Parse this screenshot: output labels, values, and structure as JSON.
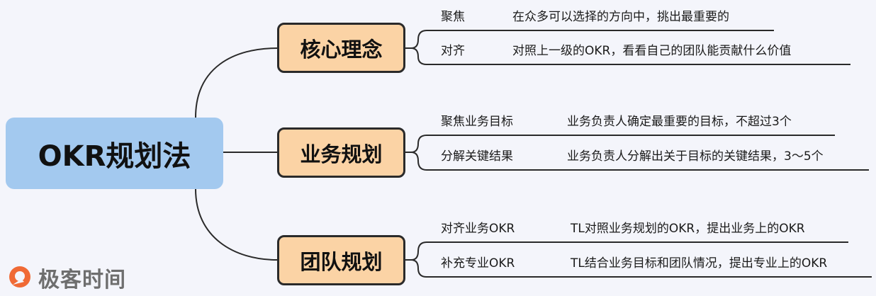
{
  "root": {
    "label": "OKR规划法"
  },
  "branches": [
    {
      "label": "核心理念",
      "items": [
        {
          "key": "聚焦",
          "desc": "在众多可以选择的方向中，挑出最重要的"
        },
        {
          "key": "对齐",
          "desc": "对照上一级的OKR，看看自己的团队能贡献什么价值"
        }
      ]
    },
    {
      "label": "业务规划",
      "items": [
        {
          "key": "聚焦业务目标",
          "desc": "业务负责人确定最重要的目标，不超过3个"
        },
        {
          "key": "分解关键结果",
          "desc": "业务负责人分解出关于目标的关键结果，3～5个"
        }
      ]
    },
    {
      "label": "团队规划",
      "items": [
        {
          "key": "对齐业务OKR",
          "desc": "TL对照业务规划的OKR，提出业务上的OKR"
        },
        {
          "key": "补充专业OKR",
          "desc": "TL结合业务目标和团队情况，提出专业上的OKR"
        }
      ]
    }
  ],
  "logo": {
    "text": "极客时间",
    "brand_color": "#f06a35"
  },
  "colors": {
    "root_fill": "#a3c9ef",
    "branch_fill": "#fbd3a5",
    "line": "#2a2a2a",
    "background": "#f4f5fb"
  }
}
